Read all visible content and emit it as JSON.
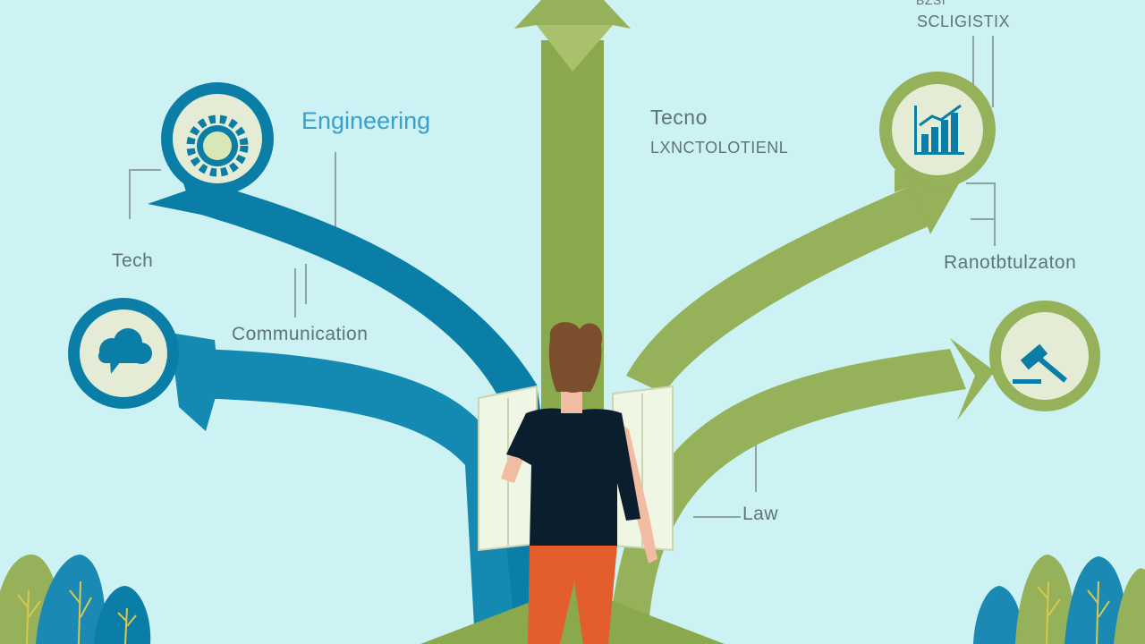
{
  "labels": {
    "engineering": "Engineering",
    "communication": "Communication",
    "tech": "Tech",
    "technology": "Tecno",
    "technology_sub": "LXNCTOLOTIENL",
    "top_right": "SCLIGISTIX",
    "top_right_tiny": "BZSI",
    "administration": "Ranotbtulzaton",
    "law": "Law"
  },
  "icons": {
    "engineering": "gear-icon",
    "communication": "cloud-chat-icon",
    "business": "growth-chart-icon",
    "law": "gavel-icon"
  },
  "colors": {
    "background": "#cdf2f4",
    "blue_path": "#0b7ea8",
    "green_path": "#95b159",
    "center_path": "#8aa84c",
    "shirt": "#0a1e2e",
    "pants": "#e45d2c",
    "hair": "#7b4e2d",
    "skin": "#f2bca2"
  }
}
